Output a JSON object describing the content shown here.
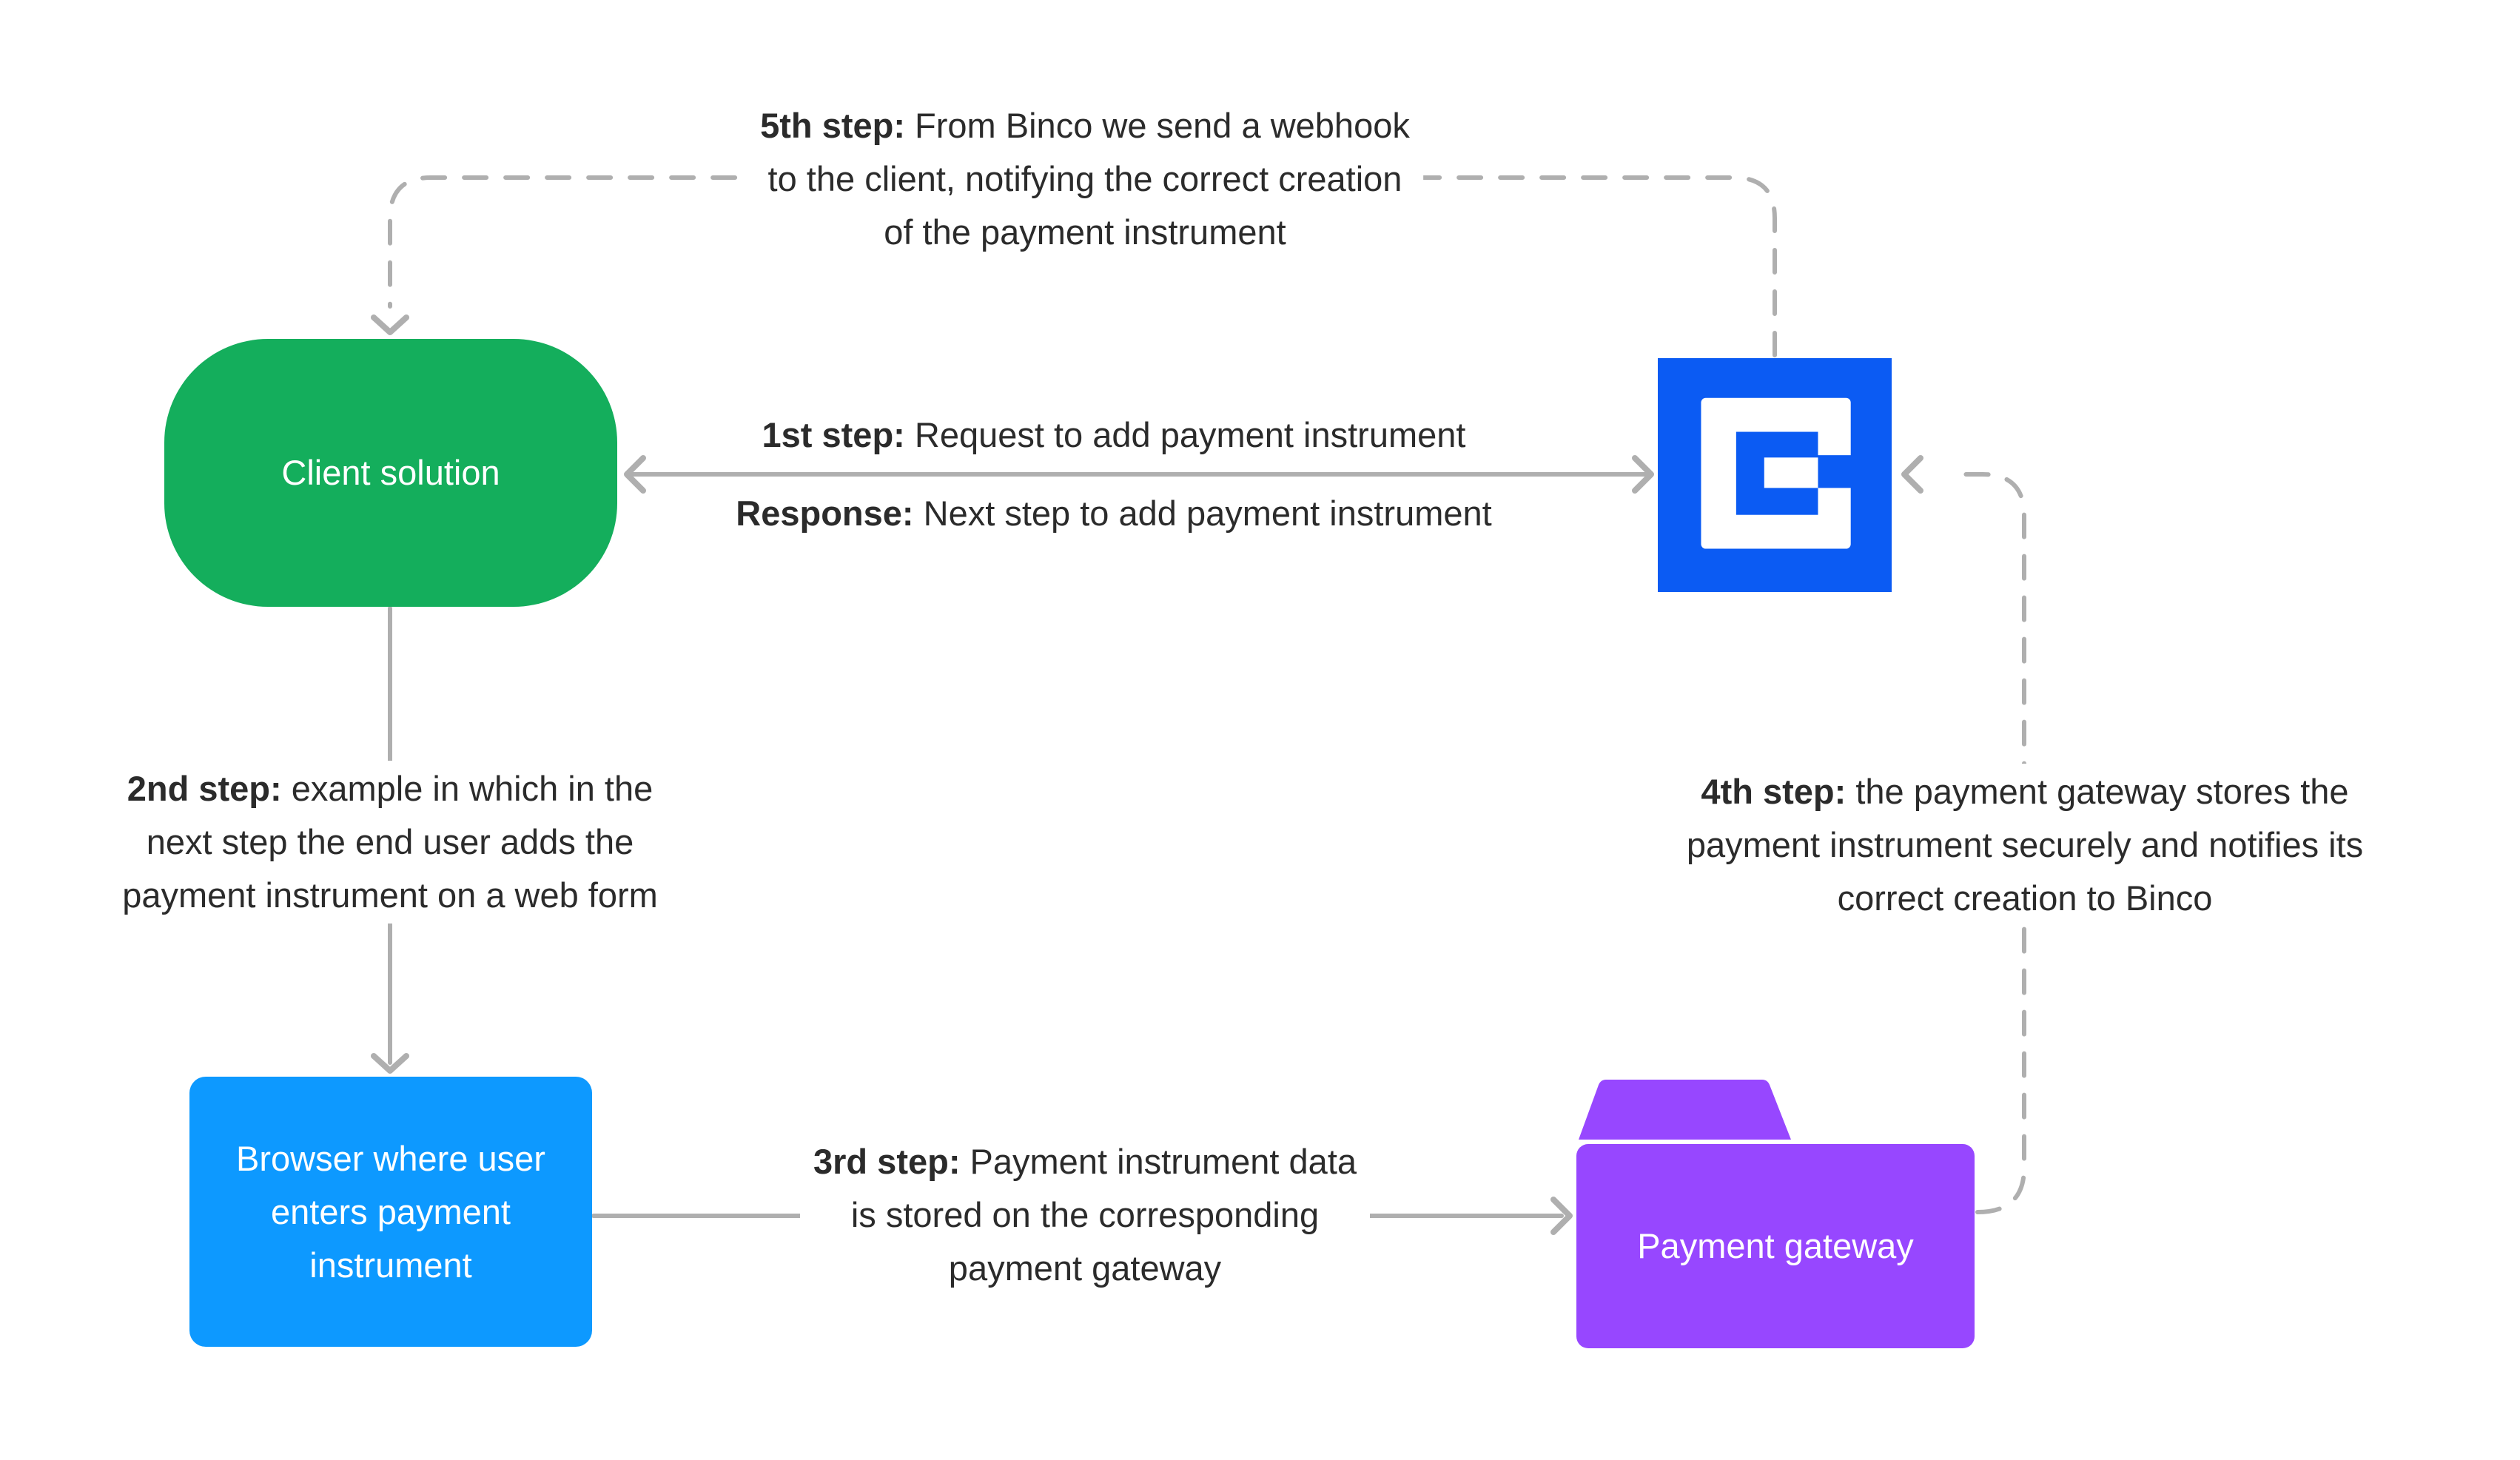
{
  "diagram": {
    "background": "#FFFFFF",
    "connector_color": "#AFAFAF",
    "text_color": "#2B2B2B"
  },
  "nodes": {
    "client_solution": {
      "label": "Client solution",
      "fill": "#14AE5C",
      "text_color": "#FFFFFF"
    },
    "binco_logo": {
      "fill": "#0B5BF3",
      "glyph_color": "#FFFFFF"
    },
    "browser": {
      "label": "Browser where user enters payment instrument",
      "fill": "#0D99FF",
      "text_color": "#FFFFFF"
    },
    "payment_gateway": {
      "label": "Payment gateway",
      "fill": "#9747FF",
      "text_color": "#FFFFFF"
    }
  },
  "annotations": {
    "step1": {
      "bold": "1st step:",
      "rest": " Request to add payment instrument"
    },
    "response": {
      "bold": "Response:",
      "rest": " Next step to add payment instrument"
    },
    "step2": {
      "bold": "2nd step:",
      "rest": " example in which in the",
      "line2": "next step the end user adds the",
      "line3": "payment instrument on a web form"
    },
    "step3": {
      "bold": "3rd step:",
      "rest": " Payment instrument data",
      "line2": "is stored on the corresponding",
      "line3": "payment gateway"
    },
    "step4": {
      "bold": "4th step:",
      "rest": " the payment gateway stores the",
      "line2": "payment instrument securely and notifies its",
      "line3": "correct creation to Binco"
    },
    "step5": {
      "bold": "5th step:",
      "rest": " From Binco we send a webhook",
      "line2": "to the client, notifying the correct creation",
      "line3": "of the payment instrument"
    }
  }
}
